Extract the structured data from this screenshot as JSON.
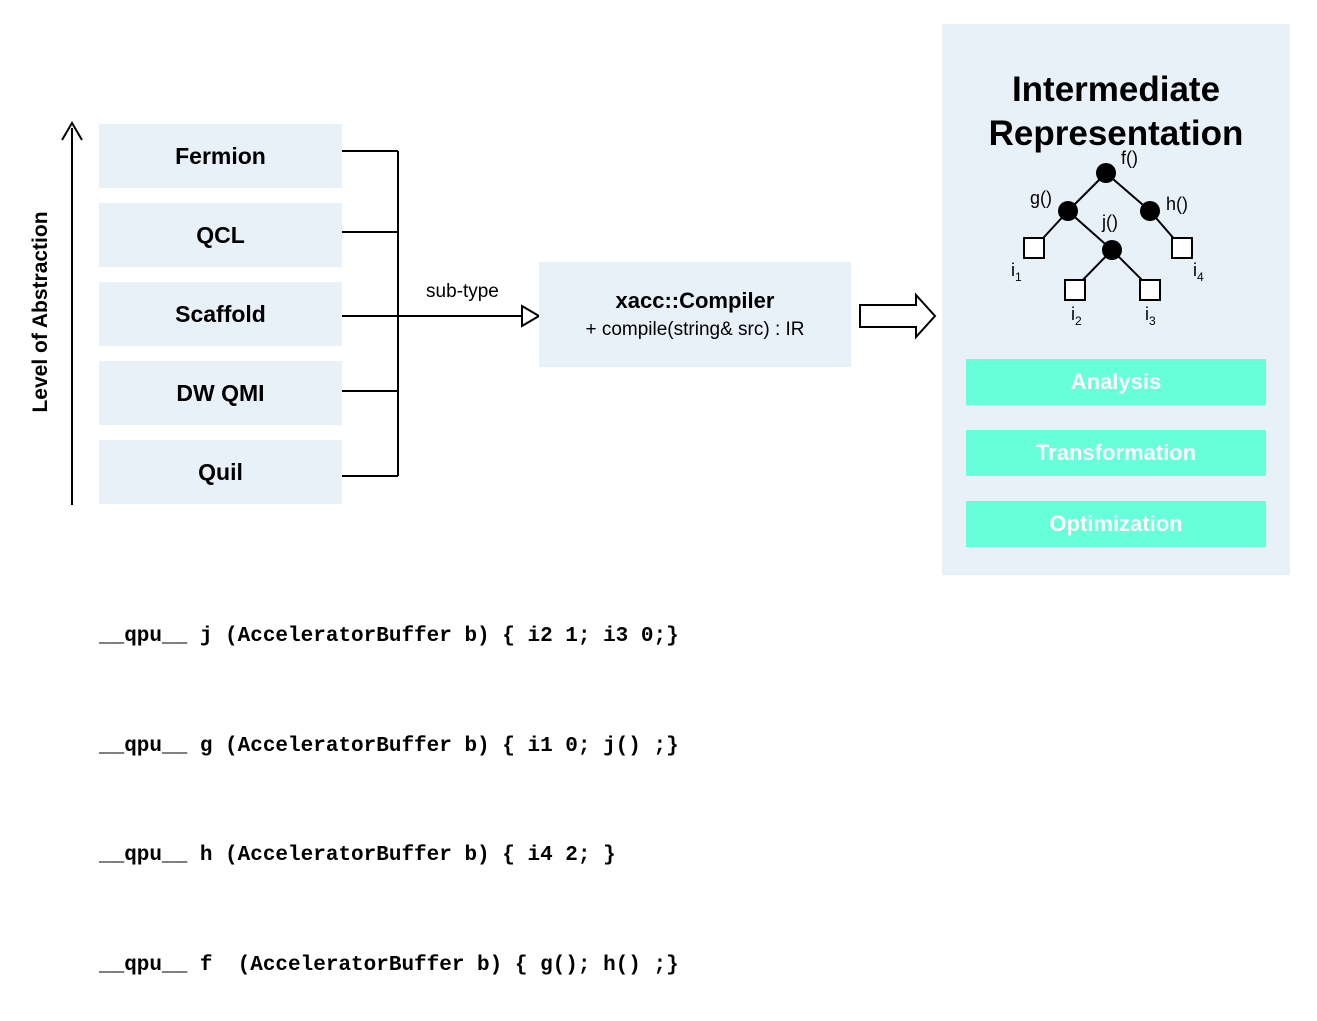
{
  "axis": {
    "label": "Level of Abstraction"
  },
  "languages": [
    "Fermion",
    "QCL",
    "Scaffold",
    "DW QMI",
    "Quil"
  ],
  "connector": {
    "label": "sub-type"
  },
  "compiler": {
    "title": "xacc::Compiler",
    "method": "+ compile(string& src) : IR"
  },
  "ir": {
    "title_line1": "Intermediate",
    "title_line2": "Representation",
    "tree": {
      "nodes": [
        "f()",
        "g()",
        "h()",
        "j()"
      ],
      "leaves": [
        {
          "base": "i",
          "sub": "1"
        },
        {
          "base": "i",
          "sub": "2"
        },
        {
          "base": "i",
          "sub": "3"
        },
        {
          "base": "i",
          "sub": "4"
        }
      ]
    },
    "buttons": [
      "Analysis",
      "Transformation",
      "Optimization"
    ]
  },
  "code_lines": [
    "__qpu__ j (AcceleratorBuffer b) { i2 1; i3 0;}",
    "__qpu__ g (AcceleratorBuffer b) { i1 0; j() ;}",
    "__qpu__ h (AcceleratorBuffer b) { i4 2; }",
    "__qpu__ f  (AcceleratorBuffer b) { g(); h() ;}"
  ],
  "colors": {
    "box_fill": "#e8f0f8",
    "button_fill": "#66ffd9",
    "button_text": "#ffffff",
    "line": "#000000"
  }
}
